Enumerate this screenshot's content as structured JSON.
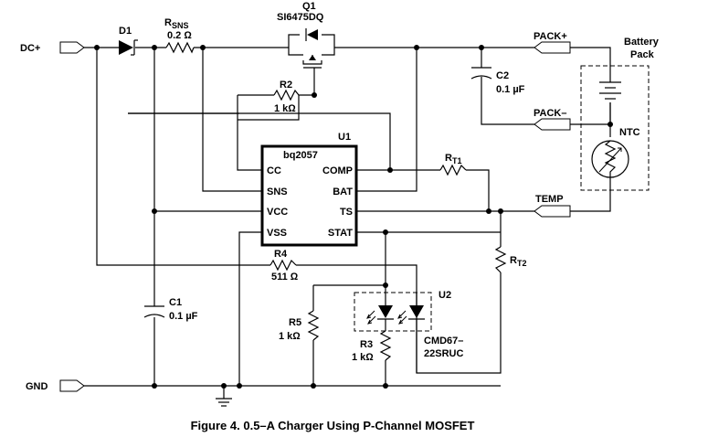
{
  "caption": "Figure 4. 0.5–A Charger Using P-Channel MOSFET",
  "ports": {
    "dc_plus": "DC+",
    "gnd": "GND",
    "pack_plus": "PACK+",
    "pack_minus": "PACK–",
    "temp": "TEMP"
  },
  "battery": {
    "line1": "Battery",
    "line2": "Pack",
    "ntc": "NTC"
  },
  "components": {
    "d1": {
      "ref": "D1"
    },
    "rsns": {
      "ref_main": "R",
      "ref_sub": "SNS",
      "value": "0.2 Ω"
    },
    "q1": {
      "ref": "Q1",
      "part": "SI6475DQ"
    },
    "c2": {
      "ref": "C2",
      "value": "0.1 µF"
    },
    "r2": {
      "ref": "R2",
      "value": "1 kΩ"
    },
    "u1": {
      "ref": "U1",
      "part": "bq2057"
    },
    "rt1": {
      "ref_main": "R",
      "ref_sub": "T1"
    },
    "rt2": {
      "ref_main": "R",
      "ref_sub": "T2"
    },
    "r4": {
      "ref": "R4",
      "value": "511 Ω"
    },
    "u2": {
      "ref": "U2",
      "part_line1": "CMD67–",
      "part_line2": "22SRUC"
    },
    "c1": {
      "ref": "C1",
      "value": "0.1 µF"
    },
    "r5": {
      "ref": "R5",
      "value": "1 kΩ"
    },
    "r3": {
      "ref": "R3",
      "value": "1 kΩ"
    }
  },
  "u1_pins": {
    "cc": "CC",
    "sns": "SNS",
    "vcc": "VCC",
    "vss": "VSS",
    "comp": "COMP",
    "bat": "BAT",
    "ts": "TS",
    "stat": "STAT"
  }
}
